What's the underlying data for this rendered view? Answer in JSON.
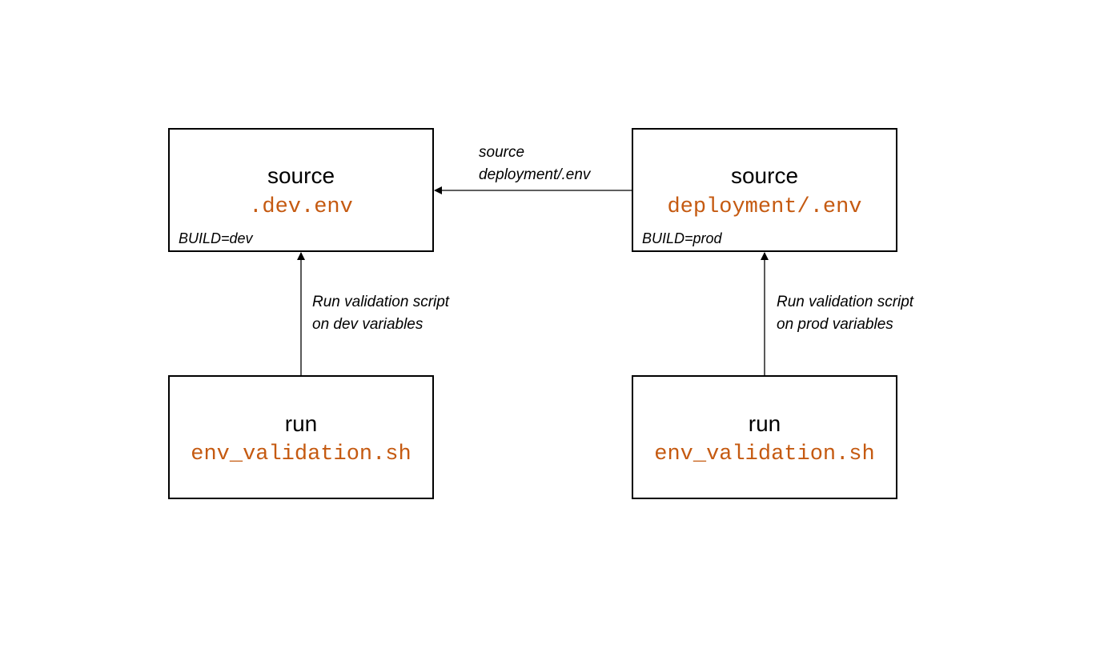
{
  "colors": {
    "filename": "#c55a11",
    "line": "#000000",
    "text": "#000000"
  },
  "nodes": {
    "dev_source": {
      "title": "source",
      "file": ".dev.env",
      "note": "BUILD=dev"
    },
    "prod_source": {
      "title": "source",
      "file": "deployment/.env",
      "note": "BUILD=prod"
    },
    "dev_run": {
      "title": "run",
      "file": "env_validation.sh"
    },
    "prod_run": {
      "title": "run",
      "file": "env_validation.sh"
    }
  },
  "edges": {
    "prod_to_dev": {
      "line1": "source",
      "line2": "deployment/.env"
    },
    "dev_run_to_source": {
      "line1": "Run validation script",
      "line2": "on dev variables"
    },
    "prod_run_to_source": {
      "line1": "Run validation script",
      "line2": "on prod variables"
    }
  }
}
